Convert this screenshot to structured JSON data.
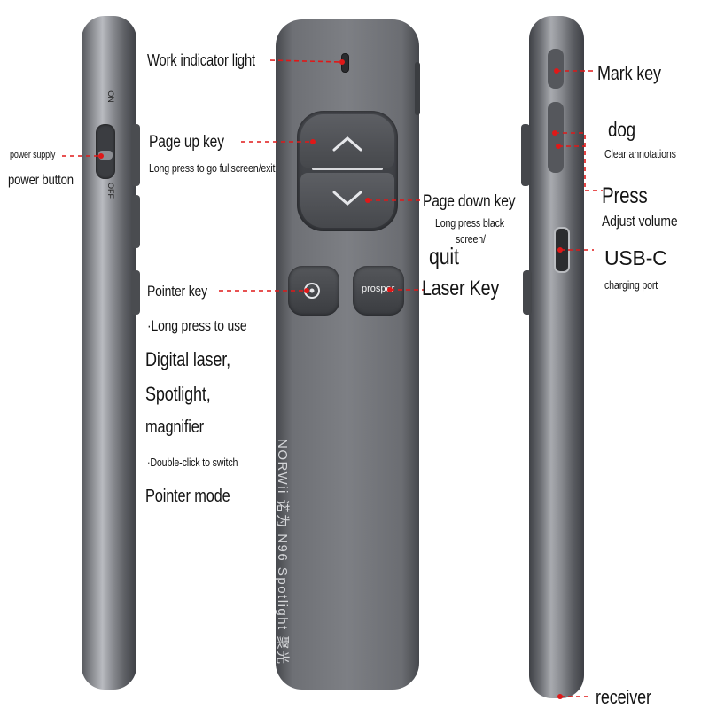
{
  "callouts": {
    "work_indicator": "Work indicator light",
    "page_up": "Page up key",
    "page_up_desc": "Long press to go fullscreen/exit",
    "power_supply": "power supply",
    "power_button": "power button",
    "page_down": "Page down key",
    "page_down_desc_1": "Long press black",
    "page_down_desc_2": "screen/",
    "quit": "quit",
    "laser_key": "Laser Key",
    "pointer_key": "Pointer key",
    "pointer_desc_1": "·Long press to use",
    "pointer_desc_2": "Digital laser,",
    "pointer_desc_3": "Spotlight,",
    "pointer_desc_4": "magnifier",
    "pointer_desc_5": "·Double-click to switch",
    "pointer_desc_6": "Pointer mode",
    "mark_key": "Mark key",
    "dog": "dog",
    "clear_annotations": "Clear annotations",
    "press": "Press",
    "adjust_volume": "Adjust volume",
    "usbc": "USB-C",
    "charging_port": "charging port",
    "receiver": "receiver"
  },
  "device": {
    "laser_button_label": "prosper",
    "brand_text": "NORWii 诺为  N96 Spotlight 聚光",
    "switch_on": "ON",
    "switch_off": "OFF"
  },
  "colors": {
    "leader": "#e01818",
    "body": "#6f7176",
    "text": "#141414"
  }
}
